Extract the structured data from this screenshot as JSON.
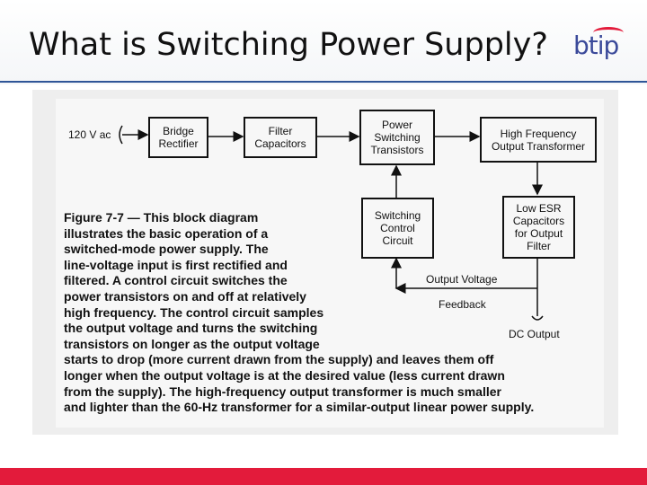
{
  "slide": {
    "title": "What is Switching Power Supply?",
    "logo_text": "btip",
    "accent_color": "#e31b3b",
    "rule_color": "#2f5597"
  },
  "diagram": {
    "input_label": "120 V ac",
    "blocks": {
      "bridge_rectifier": [
        "Bridge",
        "Rectifier"
      ],
      "filter_capacitors": [
        "Filter",
        "Capacitors"
      ],
      "power_switching_transistors": [
        "Power",
        "Switching",
        "Transistors"
      ],
      "hf_output_transformer": [
        "High Frequency",
        "Output Transformer"
      ],
      "switching_control_circuit": [
        "Switching",
        "Control",
        "Circuit"
      ],
      "low_esr_capacitors": [
        "Low ESR",
        "Capacitors",
        "for Output",
        "Filter"
      ]
    },
    "output_voltage_label": "Output Voltage",
    "feedback_label": "Feedback",
    "dc_output_label": "DC Output"
  },
  "caption": {
    "lines": [
      "Figure 7-7 — This block diagram",
      "illustrates the basic operation of a",
      "switched-mode power supply. The",
      "line-voltage input is first rectified and",
      "filtered. A control circuit switches the",
      "power transistors on and off at relatively",
      "high frequency. The control circuit samples",
      "the output voltage and turns the switching",
      "transistors on longer as the output voltage",
      "starts to drop (more current drawn from the supply) and leaves them off",
      "longer when the output voltage is at the desired value (less current drawn",
      "from the supply). The high-frequency output transformer is much smaller",
      "and lighter than the 60-Hz transformer for a similar-output linear power supply."
    ]
  }
}
